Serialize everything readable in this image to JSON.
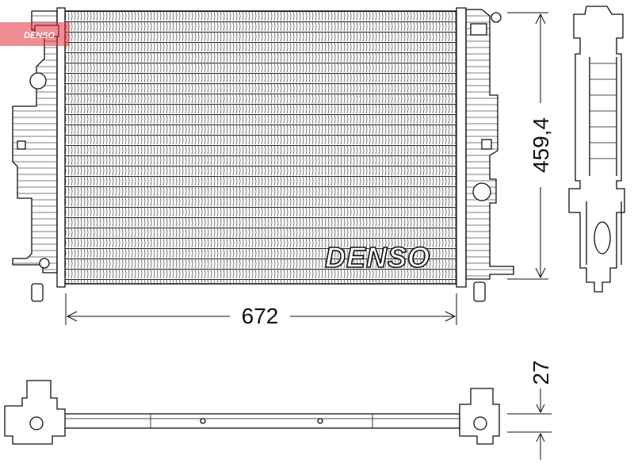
{
  "brand": "DENSO",
  "watermark": "DENSO",
  "watermark_color": "#e0303a",
  "dimensions": {
    "width": "672",
    "height": "459,4",
    "depth": "27"
  },
  "views": [
    "front-view",
    "side-view",
    "bottom-view"
  ]
}
